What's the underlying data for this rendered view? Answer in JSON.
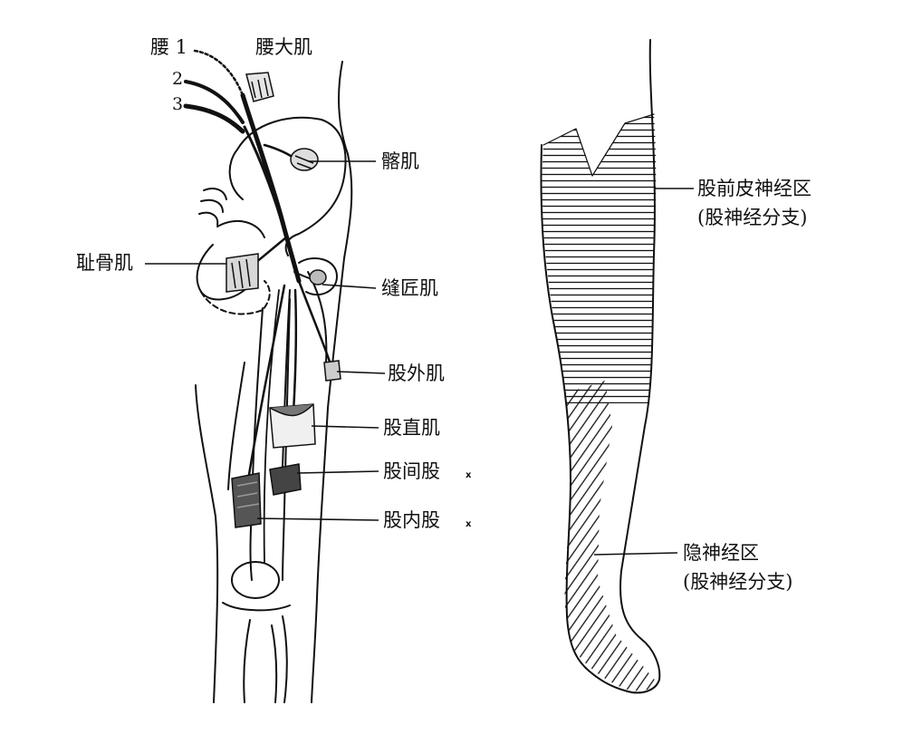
{
  "left_figure": {
    "lumbar_root_1": "腰 1",
    "lumbar_root_2": "2",
    "lumbar_root_3": "3",
    "psoas_major": "腰大肌",
    "iliacus": "髂肌",
    "pectineus": "耻骨肌",
    "sartorius": "缝匠肌",
    "vastus_lateralis": "股外肌",
    "rectus_femoris": "股直肌",
    "vastus_intermedius": "股间股",
    "vastus_medialis": "股内股",
    "mark_intermedius": "x",
    "mark_medialis": "x"
  },
  "right_figure": {
    "anterior_cutaneous_area": "股前皮神经区",
    "anterior_cutaneous_source": "(股神经分支)",
    "saphenous_area": "隐神经区",
    "saphenous_source": "(股神经分支)"
  },
  "colors": {
    "ink": "#111111",
    "background": "#ffffff"
  }
}
